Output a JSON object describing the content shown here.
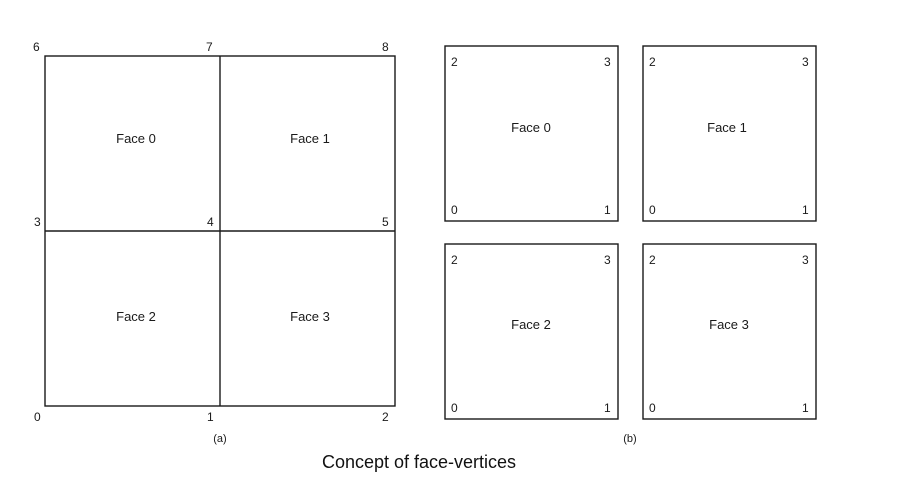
{
  "caption": "Concept of face-vertices",
  "panel_a": {
    "label": "(a)",
    "vertices": [
      "0",
      "1",
      "2",
      "3",
      "4",
      "5",
      "6",
      "7",
      "8"
    ],
    "faces": [
      "Face 0",
      "Face 1",
      "Face 2",
      "Face 3"
    ]
  },
  "panel_b": {
    "label": "(b)",
    "faces": [
      {
        "name": "Face 0",
        "corners": [
          "0",
          "1",
          "2",
          "3"
        ]
      },
      {
        "name": "Face 1",
        "corners": [
          "0",
          "1",
          "2",
          "3"
        ]
      },
      {
        "name": "Face 2",
        "corners": [
          "0",
          "1",
          "2",
          "3"
        ]
      },
      {
        "name": "Face 3",
        "corners": [
          "0",
          "1",
          "2",
          "3"
        ]
      }
    ]
  }
}
